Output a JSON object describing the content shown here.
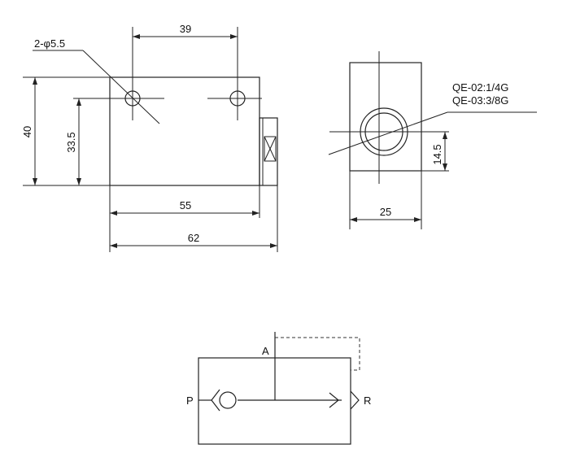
{
  "front_view": {
    "hole_label": "2-φ5.5",
    "dim_hole_spacing": "39",
    "dim_height": "40",
    "dim_hole_height": "33.5",
    "dim_body_width": "55",
    "dim_total_width": "62"
  },
  "side_view": {
    "port_label_1": "QE-02:1/4G",
    "port_label_2": "QE-03:3/8G",
    "dim_port_height": "14.5",
    "dim_width": "25"
  },
  "schematic": {
    "port_a": "A",
    "port_p": "P",
    "port_r": "R"
  }
}
